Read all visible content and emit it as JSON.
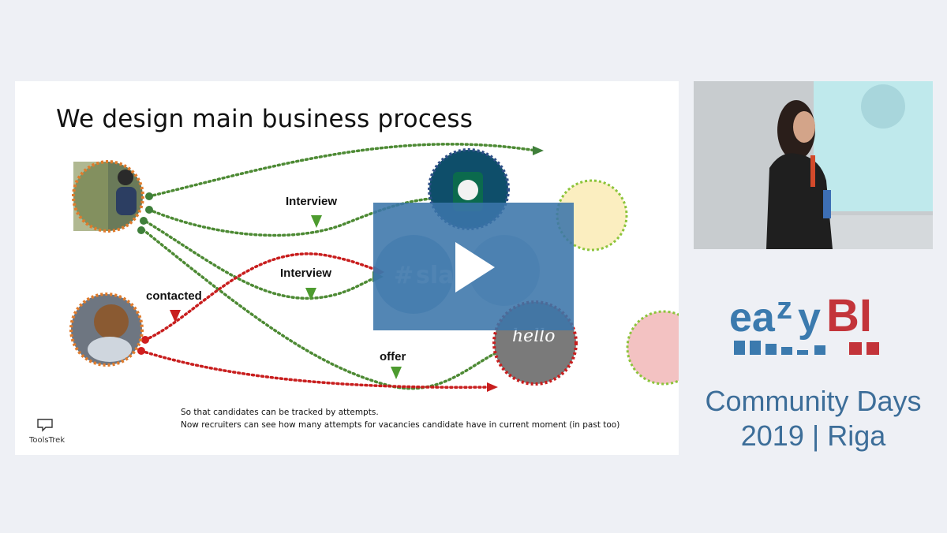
{
  "slide": {
    "title": "We design main business process",
    "labels": {
      "interview_top": "Interview",
      "interview_mid": "Interview",
      "contacted": "contacted",
      "offer": "offer"
    },
    "caption": [
      "So that candidates can be tracked by attempts.",
      "Now recruiters can see how many attempts for vacancies candidate have in current moment (in past too)"
    ],
    "logo_text": "ToolsTrek",
    "bubble_texts": {
      "slack": "sla",
      "hello": "hello"
    }
  },
  "player": {
    "play_icon": "play-icon"
  },
  "brand": {
    "logo_text": "eazyBI",
    "colors": {
      "blue": "#3b7aae",
      "red": "#c3343a",
      "event_text": "#3d6e99"
    }
  },
  "event": {
    "line1": "Community Days",
    "line2": "2019 | Riga"
  }
}
